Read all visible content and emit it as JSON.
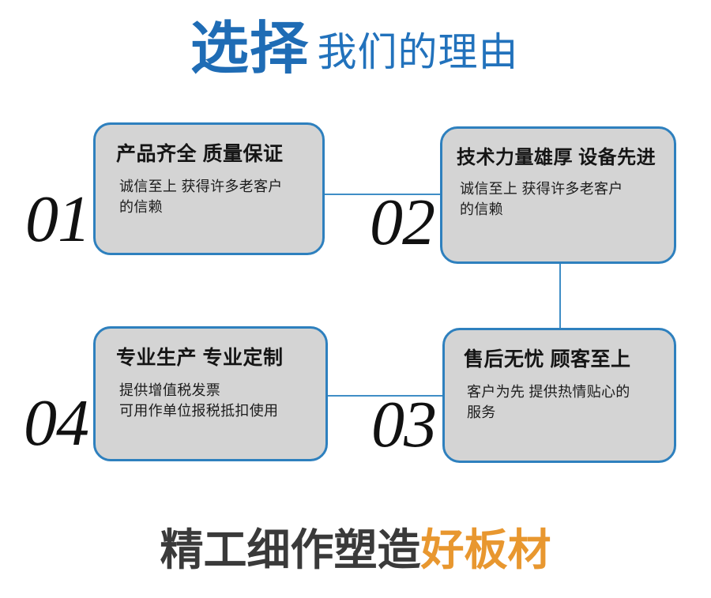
{
  "header": {
    "title_strong": "选择",
    "title_light": "我们的理由",
    "strong_color": "#1f6cb5",
    "light_color": "#2272bc"
  },
  "theme": {
    "card_fill": "#d4d4d4",
    "card_border": "#2e80be",
    "connector_color": "#3f8ec6",
    "number_color": "#111111",
    "accent_orange": "#e8972f",
    "footer_dark": "#3a3a3a",
    "background": "#ffffff"
  },
  "cards": [
    {
      "number": "01",
      "title": "产品齐全 质量保证",
      "body_lines": [
        "诚信至上 获得许多老客户",
        "的信赖"
      ]
    },
    {
      "number": "02",
      "title": "技术力量雄厚 设备先进",
      "body_lines": [
        "诚信至上 获得许多老客户",
        "的信赖"
      ]
    },
    {
      "number": "03",
      "title": "售后无忧 顾客至上",
      "body_lines": [
        "客户为先 提供热情贴心的",
        "服务"
      ]
    },
    {
      "number": "04",
      "title": "专业生产 专业定制",
      "body_lines": [
        "提供增值税发票",
        "可用作单位报税抵扣使用"
      ]
    }
  ],
  "footer": {
    "text_dark": "精工细作塑造",
    "text_accent": "好板材"
  }
}
